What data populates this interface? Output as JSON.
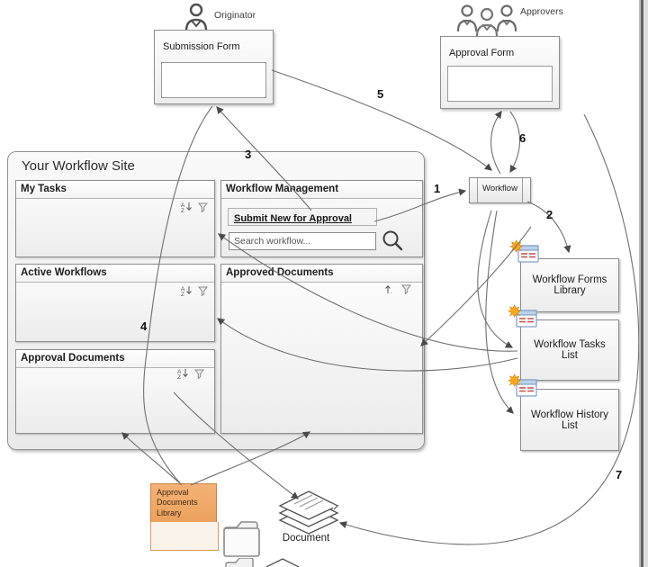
{
  "actors": {
    "originator": "Originator",
    "approvers": "Approvers"
  },
  "forms": {
    "submission": "Submission Form",
    "approval": "Approval Form"
  },
  "site": {
    "title": "Your Workflow Site",
    "panels": {
      "my_tasks": "My Tasks",
      "workflow_management": "Workflow Management",
      "active_workflows": "Active Workflows",
      "approved_documents": "Approved Documents",
      "approval_documents": "Approval Documents"
    },
    "submit_link": "Submit New for Approval",
    "search_placeholder": "Search workflow..."
  },
  "workflow_box": {
    "label": "Workflow"
  },
  "libraries": {
    "forms": "Workflow Forms Library",
    "tasks": "Workflow Tasks List",
    "history": "Workflow History List"
  },
  "storage": {
    "approval_library": "Approval Documents Library",
    "document": "Document"
  },
  "steps": [
    "1",
    "2",
    "3",
    "4",
    "5",
    "6",
    "7"
  ],
  "colors": {
    "line": "#6f6f6f",
    "accent_orange": "#EDA55F",
    "star_orange": "#FFA81C"
  }
}
